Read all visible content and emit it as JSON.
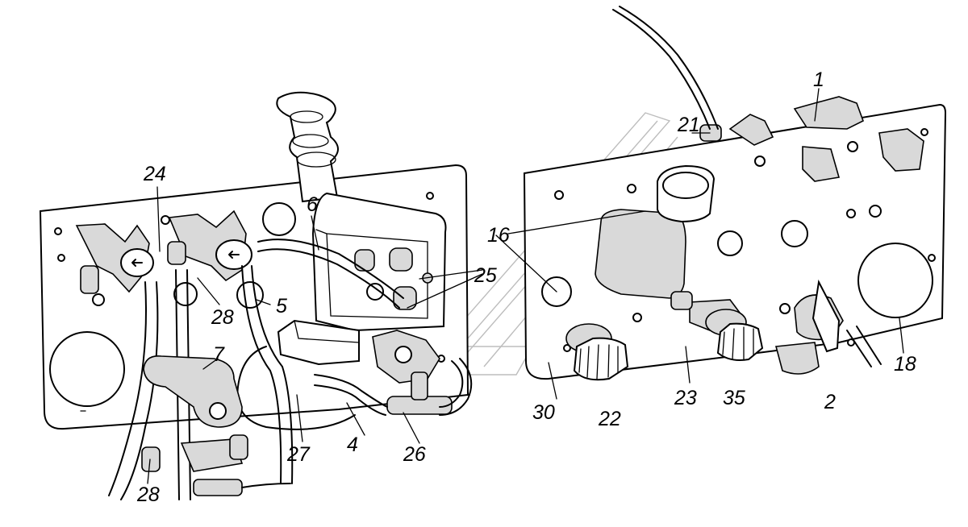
{
  "callouts": {
    "c1": "1",
    "c2": "2",
    "c4": "4",
    "c5": "5",
    "c6": "6",
    "c7": "7",
    "c16": "16",
    "c18": "18",
    "c21": "21",
    "c22": "22",
    "c23": "23",
    "c24": "24",
    "c25": "25",
    "c26": "26",
    "c27": "27",
    "c28a": "28",
    "c28b": "28",
    "c30": "30",
    "c35": "35"
  }
}
